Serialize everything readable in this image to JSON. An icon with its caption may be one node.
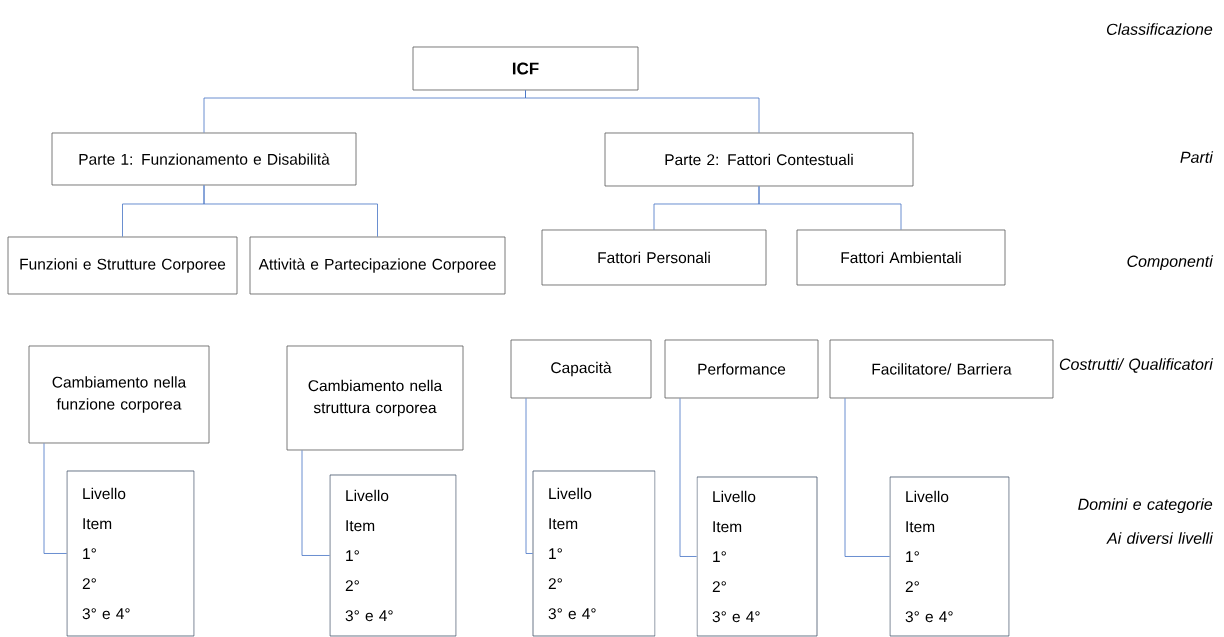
{
  "diagram": {
    "nodes": [
      {
        "text": [
          "ICF"
        ]
      },
      {
        "text": [
          "Parte 1: Funzionamento e Disabilità"
        ]
      },
      {
        "text": [
          "Parte 2: Fattori Contestuali"
        ]
      },
      {
        "text": [
          "Funzioni e Strutture Corporee"
        ]
      },
      {
        "text": [
          "Attività e Partecipazione Corporee"
        ]
      },
      {
        "text": [
          "Fattori Personali"
        ]
      },
      {
        "text": [
          "Fattori Ambientali"
        ]
      },
      {
        "text": [
          "Cambiamento nella funzione corporea"
        ]
      },
      {
        "text": [
          "Cambiamento nella struttura corporea"
        ]
      },
      {
        "text": [
          "Capacità"
        ]
      },
      {
        "text": [
          "Performance"
        ]
      },
      {
        "text": [
          "Facilitatore/ Barriera"
        ]
      },
      {
        "text": [
          "Livello",
          "Item",
          "1°",
          "2°",
          "3° e 4°"
        ]
      },
      {
        "text": [
          "Livello",
          "Item",
          "1°",
          "2°",
          "3° e 4°"
        ]
      },
      {
        "text": [
          "Livello",
          "Item",
          "1°",
          "2°",
          "3° e 4°"
        ]
      },
      {
        "text": [
          "Livello",
          "Item",
          "1°",
          "2°",
          "3° e 4°"
        ]
      },
      {
        "text": [
          "Livello",
          "Item",
          "1°",
          "2°",
          "3° e 4°"
        ]
      }
    ],
    "edges": [
      {
        "from": 0,
        "to": 1,
        "arrow": "none"
      },
      {
        "from": 0,
        "to": 2,
        "arrow": "none"
      },
      {
        "from": 1,
        "to": 3,
        "arrow": "none"
      },
      {
        "from": 1,
        "to": 4,
        "arrow": "none"
      },
      {
        "from": 2,
        "to": 5,
        "arrow": "none"
      },
      {
        "from": 2,
        "to": 6,
        "arrow": "none"
      },
      {
        "from": 7,
        "to": 12,
        "arrow": "none"
      },
      {
        "from": 8,
        "to": 13,
        "arrow": "none"
      },
      {
        "from": 9,
        "to": 14,
        "arrow": "none"
      },
      {
        "from": 10,
        "to": 15,
        "arrow": "none"
      },
      {
        "from": 11,
        "to": 16,
        "arrow": "none"
      }
    ],
    "labels": [
      "Classificazione",
      "Parti",
      "Componenti",
      "Costrutti/ Qualificatori",
      "Domini e categorie Ai diversi livelli"
    ]
  }
}
